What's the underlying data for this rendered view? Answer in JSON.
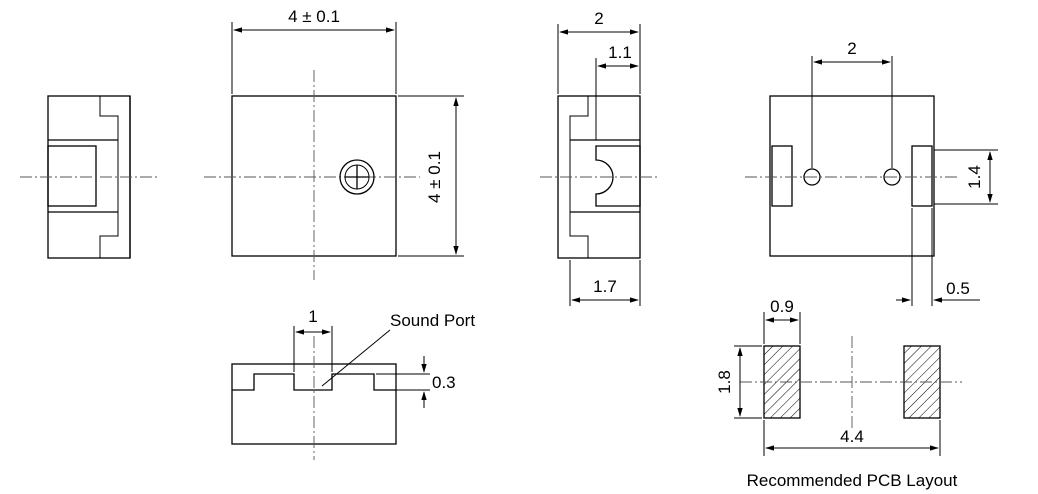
{
  "dimensions": {
    "top_width": "4 ± 0.1",
    "front_height": "4 ± 0.1",
    "side_width": "2",
    "side_inner": "1.1",
    "side_depth": "1.7",
    "bottom_pin_spacing": "2",
    "pad_height_ref": "1.4",
    "pad_width_ref": "0.5",
    "sound_port_width": "1",
    "sound_port_depth": "0.3",
    "pcb_pad_width": "0.9",
    "pcb_pad_height": "1.8",
    "pcb_pad_span": "4.4"
  },
  "labels": {
    "sound_port": "Sound Port",
    "pcb_layout": "Recommended PCB Layout"
  }
}
